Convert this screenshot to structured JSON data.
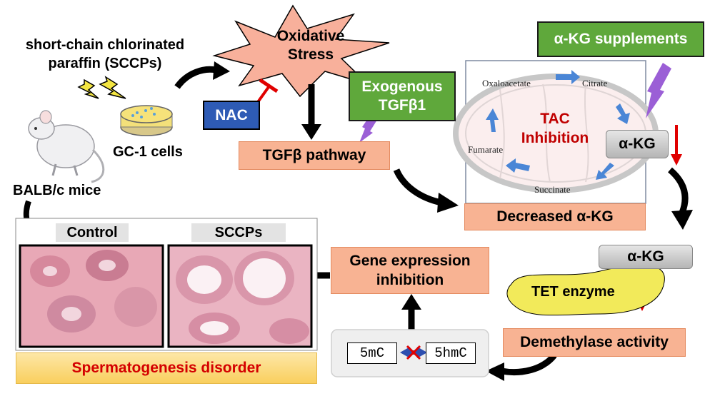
{
  "sccps_title": "short-chain chlorinated paraffin (SCCPs)",
  "sccps_line1": "short-chain chlorinated",
  "sccps_line2": "paraffin (SCCPs)",
  "gc1_label": "GC-1 cells",
  "mice_label": "BALB/c mice",
  "oxidative_line1": "Oxidative",
  "oxidative_line2": "Stress",
  "nac_label": "NAC",
  "exo_line1": "Exogenous",
  "exo_line2": "TGFβ1",
  "tgfb_label": "TGFβ pathway",
  "akg_supp_label": "α-KG supplements",
  "cycle": {
    "oxaloacetate": "Oxaloacetate",
    "citrate": "Citrate",
    "fumarate": "Fumarate",
    "succinate": "Succinate",
    "tac_line1": "TAC",
    "tac_line2": "Inhibition"
  },
  "akg_cycle_label": "α-KG",
  "decreased_akg": "Decreased α-KG",
  "akg_label2": "α-KG",
  "tet_label": "TET enzyme",
  "demethylase_label": "Demethylase activity",
  "fivemc": "5mC",
  "fivehmc": "5hmC",
  "gene_line1": "Gene expression",
  "gene_line2": "inhibition",
  "control_label": "Control",
  "sccps_panel_label": "SCCPs",
  "sperm_disorder": "Spermatogenesis disorder",
  "colors": {
    "salmon_box": "#f8b393",
    "green_box": "#5fa83b",
    "nac_blue": "#2e5bb5",
    "tet_yellow": "#f2ea5a",
    "red_arrow": "#e00000",
    "disorder_text": "#d40000",
    "disorder_bg": "#fbd46b",
    "starburst": "#f8b09b",
    "cycle_arrow": "#4a86d6",
    "purple_arrow": "#9b5fd6"
  }
}
